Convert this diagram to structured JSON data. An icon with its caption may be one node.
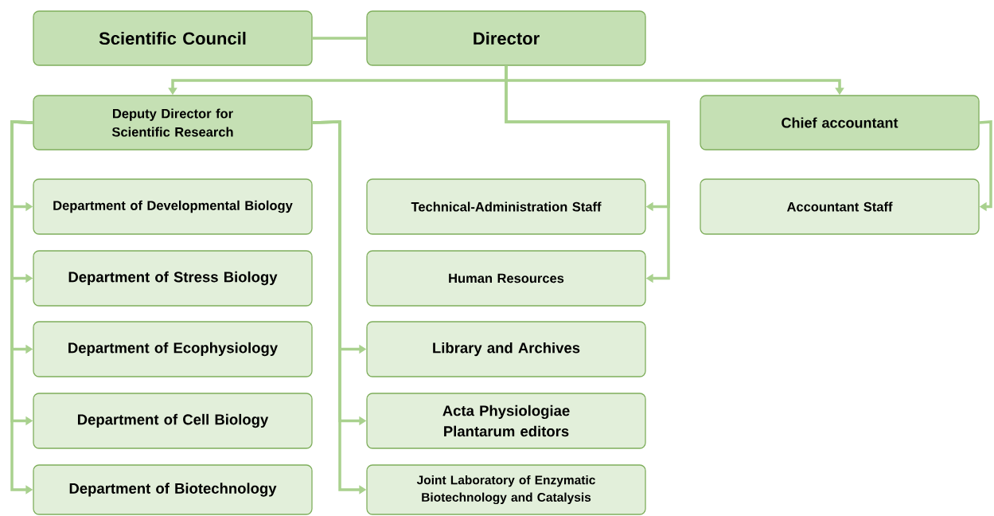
{
  "diagram": {
    "nodes": [
      {
        "text": [
          "Scientific Council"
        ]
      },
      {
        "text": [
          "Director"
        ]
      },
      {
        "text": [
          "Deputy Director for Scientific Research"
        ]
      },
      {
        "text": [
          "Chief accountant"
        ]
      },
      {
        "text": [
          "Department of Developmental Biology"
        ]
      },
      {
        "text": [
          "Department of Stress Biology"
        ]
      },
      {
        "text": [
          "Department of Ecophysiology"
        ]
      },
      {
        "text": [
          "Department of Cell Biology"
        ]
      },
      {
        "text": [
          "Department of Biotechnology"
        ]
      },
      {
        "text": [
          "Technical-Administration Staff"
        ]
      },
      {
        "text": [
          "Human Resources"
        ]
      },
      {
        "text": [
          "Library and Archives"
        ]
      },
      {
        "text": [
          "Acta Physiologiae Plantarum editors"
        ]
      },
      {
        "text": [
          "Joint Laboratory of Enzymatic Biotechnology and Catalysis"
        ]
      },
      {
        "text": [
          "Accountant Staff"
        ]
      }
    ],
    "edges": [
      {
        "from": 0,
        "to": 1,
        "arrow": "none"
      },
      {
        "from": 1,
        "to": 2,
        "arrow": "to"
      },
      {
        "from": 1,
        "to": 3,
        "arrow": "to"
      },
      {
        "from": 1,
        "to": 9,
        "arrow": "to"
      },
      {
        "from": 1,
        "to": 10,
        "arrow": "to"
      },
      {
        "from": 2,
        "to": 4,
        "arrow": "to"
      },
      {
        "from": 2,
        "to": 5,
        "arrow": "to"
      },
      {
        "from": 2,
        "to": 6,
        "arrow": "to"
      },
      {
        "from": 2,
        "to": 7,
        "arrow": "to"
      },
      {
        "from": 2,
        "to": 8,
        "arrow": "to"
      },
      {
        "from": 2,
        "to": 11,
        "arrow": "to"
      },
      {
        "from": 2,
        "to": 12,
        "arrow": "to"
      },
      {
        "from": 2,
        "to": 13,
        "arrow": "to"
      },
      {
        "from": 3,
        "to": 14,
        "arrow": "to"
      }
    ]
  }
}
